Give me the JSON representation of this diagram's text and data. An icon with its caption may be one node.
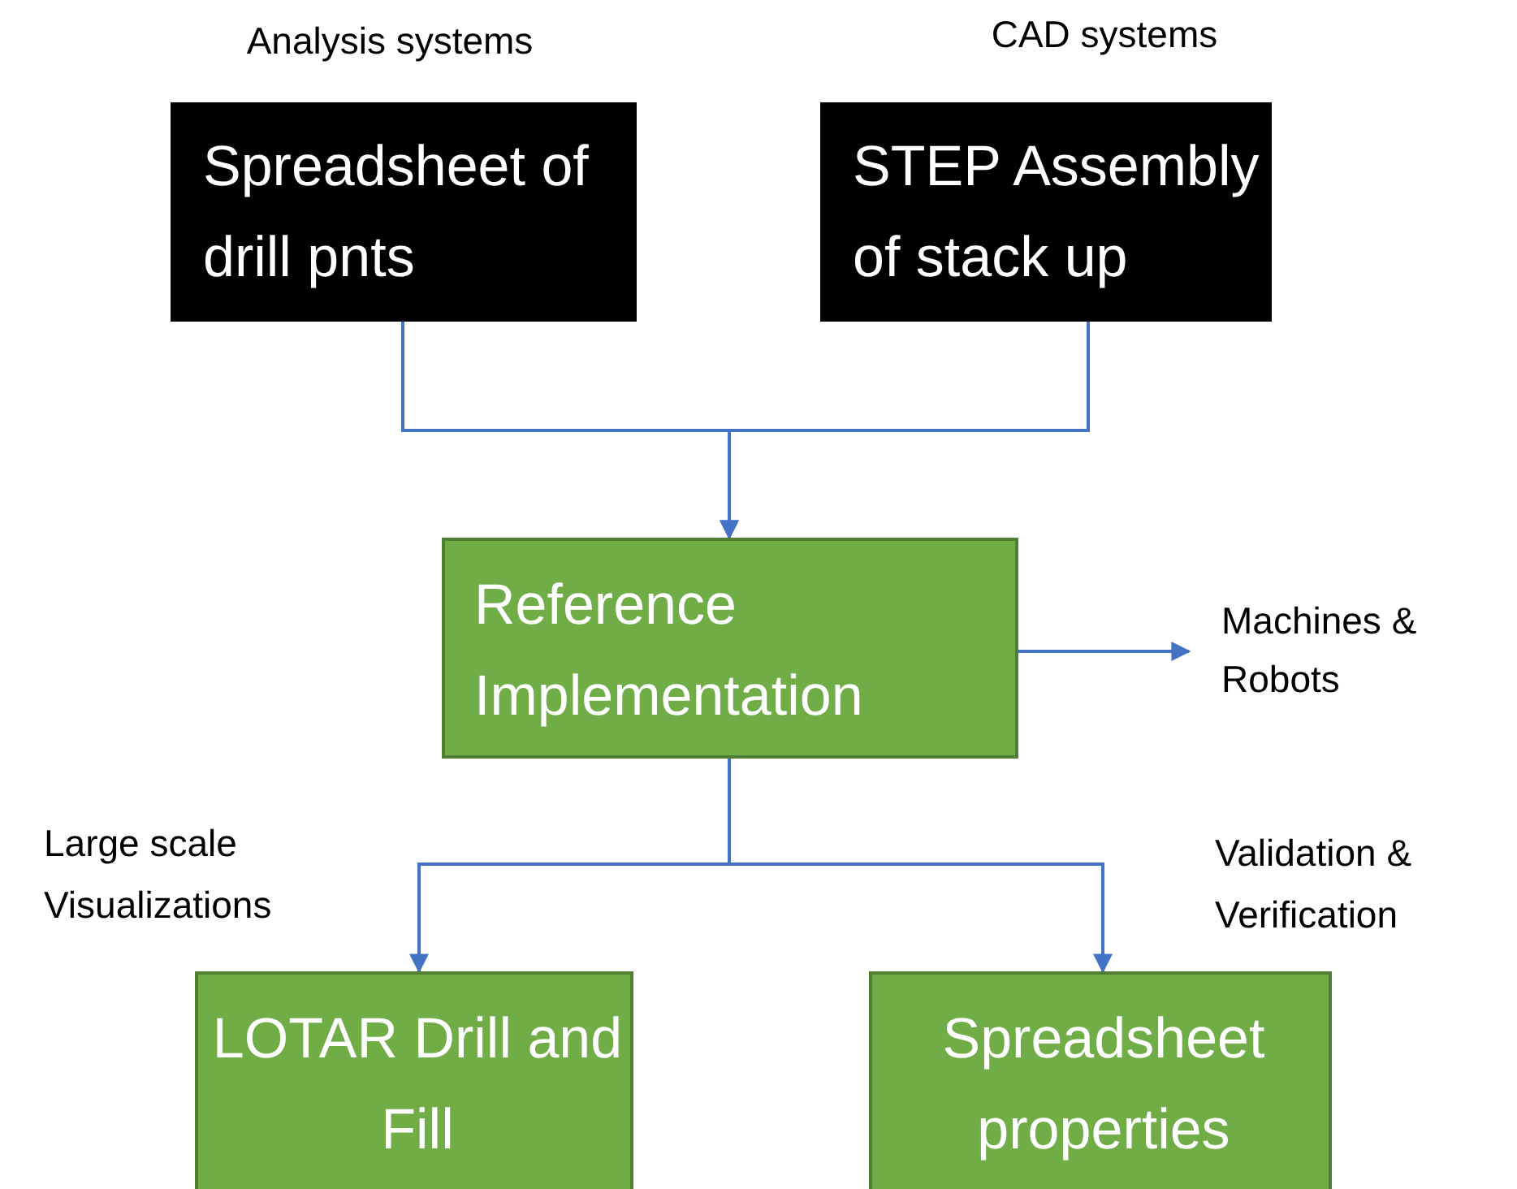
{
  "diagram": {
    "nodes": [
      {
        "text": [
          "Spreadsheet of drill pnts"
        ],
        "beside": [
          "Analysis systems"
        ]
      },
      {
        "text": [
          "STEP Assembly of stack up"
        ],
        "beside": [
          "CAD systems"
        ]
      },
      {
        "text": [
          "Reference Implementation"
        ]
      },
      {
        "text": [
          "Machines & Robots"
        ]
      },
      {
        "text": [
          "LOTAR Drill and Fill"
        ],
        "beside": [
          "Large scale Visualizations"
        ]
      },
      {
        "text": [
          "Spreadsheet properties"
        ],
        "beside": [
          "Validation & Verification"
        ]
      }
    ],
    "edges": [
      {
        "from": 0,
        "to": 2,
        "arrow": "to"
      },
      {
        "from": 1,
        "to": 2,
        "arrow": "to"
      },
      {
        "from": 2,
        "to": 3,
        "arrow": "to"
      },
      {
        "from": 2,
        "to": 4,
        "arrow": "to"
      },
      {
        "from": 2,
        "to": 5,
        "arrow": "to"
      }
    ]
  }
}
